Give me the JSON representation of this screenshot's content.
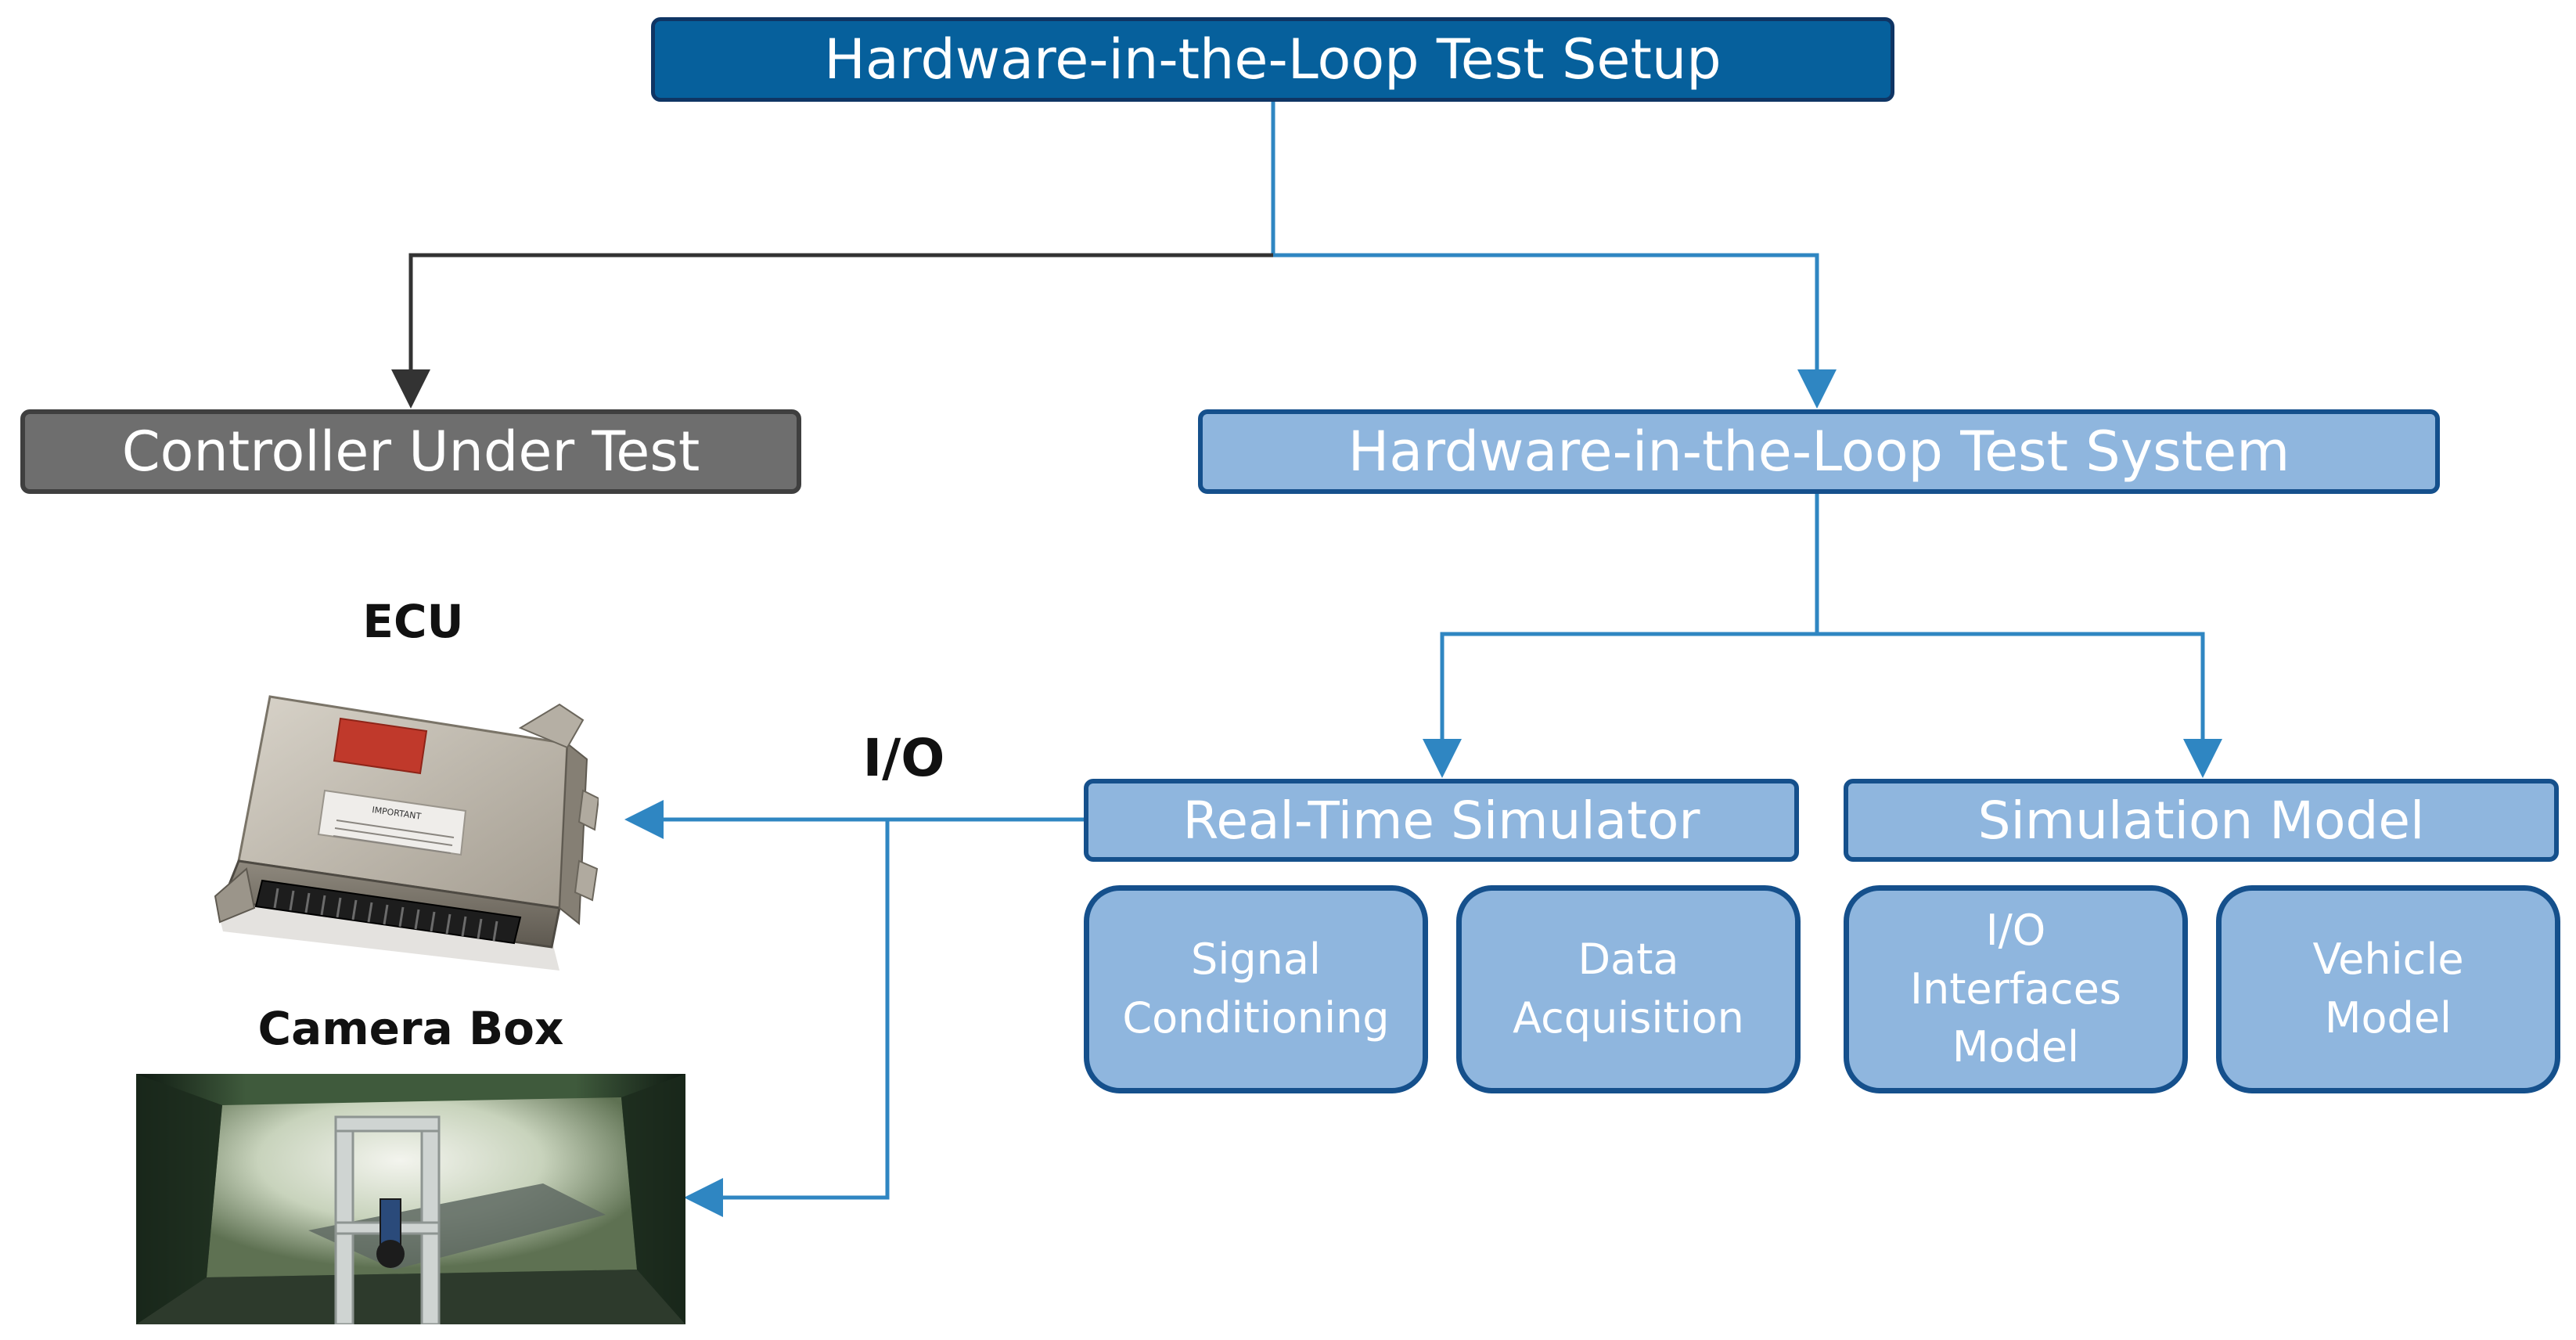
{
  "colors": {
    "root_fill": "#06609c",
    "root_border": "#0f3564",
    "controller_fill": "#6e6e6e",
    "light_fill": "#8fb6de",
    "light_border": "#15508c",
    "connector_blue": "#2f86c2",
    "connector_dark": "#333333"
  },
  "nodes": {
    "root": "Hardware-in-the-Loop Test Setup",
    "controller": "Controller Under Test",
    "hil_system": "Hardware-in-the-Loop Test System",
    "real_time_simulator": "Real-Time Simulator",
    "simulation_model": "Simulation Model",
    "signal_conditioning": "Signal\nConditioning",
    "data_acquisition": "Data\nAcquisition",
    "io_interfaces_model": "I/O\nInterfaces\nModel",
    "vehicle_model": "Vehicle\nModel"
  },
  "labels": {
    "ecu": "ECU",
    "camera_box": "Camera Box",
    "io": "I/O"
  },
  "device_plate_text": "IMPORTANT"
}
